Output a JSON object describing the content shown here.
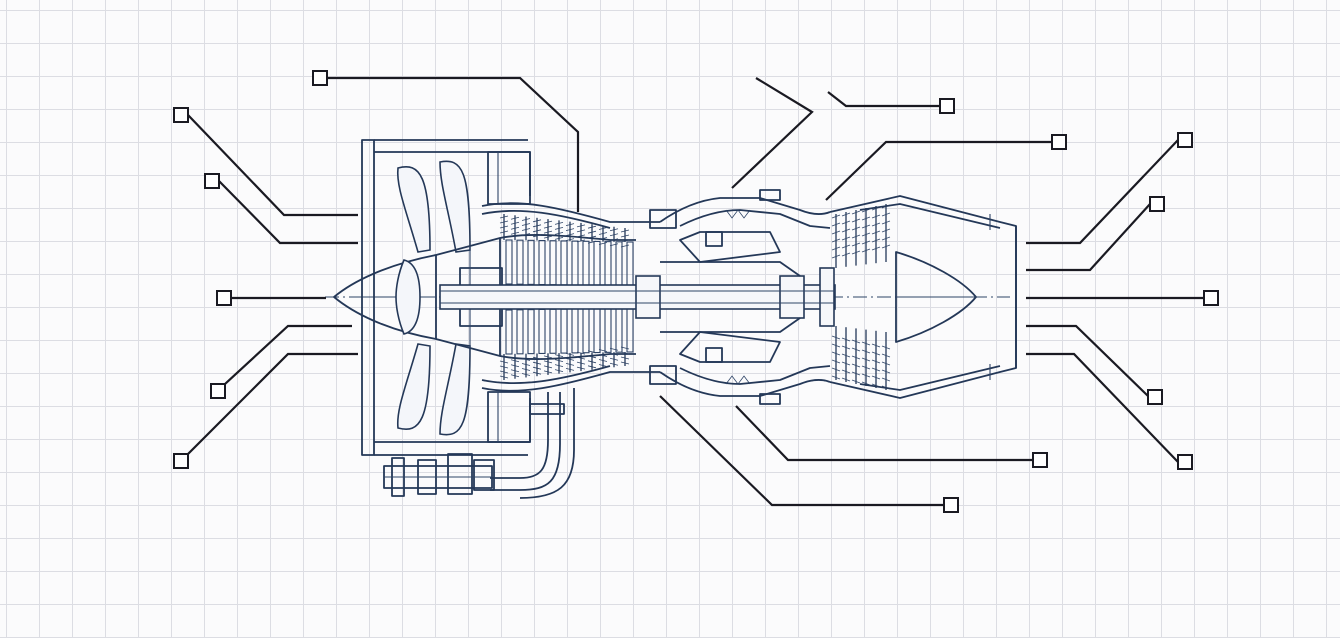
{
  "diagram": {
    "subject": "turbofan-engine-cutaway",
    "colors": {
      "background": "#fbfbfc",
      "grid": "#dcdde3",
      "drawing_ink": "#243858",
      "leader_ink": "#1a1a22",
      "label_box_fill": "#ffffff"
    },
    "callouts": [
      {
        "id": "c01",
        "side": "top",
        "label": ""
      },
      {
        "id": "c02",
        "side": "left",
        "label": ""
      },
      {
        "id": "c03",
        "side": "left",
        "label": ""
      },
      {
        "id": "c04",
        "side": "left",
        "label": ""
      },
      {
        "id": "c05",
        "side": "left",
        "label": ""
      },
      {
        "id": "c06",
        "side": "left",
        "label": ""
      },
      {
        "id": "c07",
        "side": "top",
        "label": ""
      },
      {
        "id": "c08",
        "side": "top",
        "label": ""
      },
      {
        "id": "c09",
        "side": "right",
        "label": ""
      },
      {
        "id": "c10",
        "side": "right",
        "label": ""
      },
      {
        "id": "c11",
        "side": "right",
        "label": ""
      },
      {
        "id": "c12",
        "side": "right",
        "label": ""
      },
      {
        "id": "c13",
        "side": "right",
        "label": ""
      },
      {
        "id": "c14",
        "side": "bottom",
        "label": ""
      },
      {
        "id": "c15",
        "side": "bottom",
        "label": ""
      }
    ]
  }
}
